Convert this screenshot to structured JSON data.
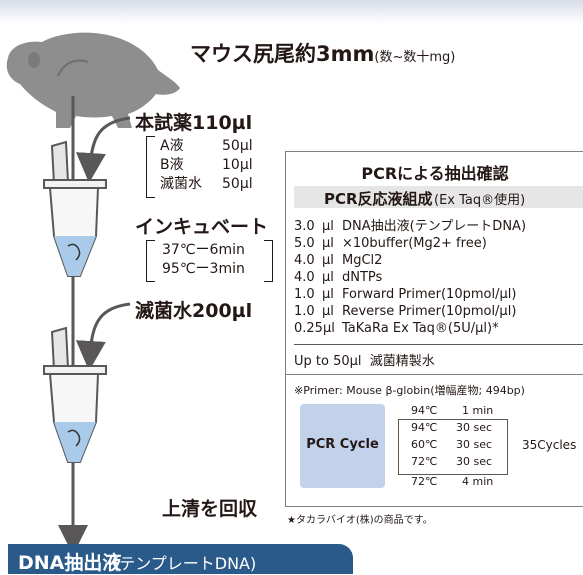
{
  "colors": {
    "banner": "#2a5a8a",
    "accent_box": "#c3d2eb",
    "sub_bar": "#e6e6e6",
    "text": "#231815"
  },
  "mouse": {
    "label": "マウス尻尾約3mm",
    "sub": "(数~数十mg)"
  },
  "step1": {
    "title": "本試薬110µl",
    "items": [
      {
        "name": "A液",
        "vol": "50µl"
      },
      {
        "name": "B液",
        "vol": "10µl"
      },
      {
        "name": "滅菌水",
        "vol": "50µl"
      }
    ]
  },
  "step2": {
    "title": "インキュベート",
    "items": [
      "37℃ー6min",
      "95℃ー3min"
    ]
  },
  "step3": {
    "title": "滅菌水200µl"
  },
  "step4": {
    "title": "上清を回収"
  },
  "banner": {
    "main": "DNA抽出液",
    "sub": "(テンプレートDNA)"
  },
  "pcr_box": {
    "title": "PCRによる抽出確認",
    "subtitle_main": "PCR反応液組成",
    "subtitle_sub": "(Ex Taq®使用)",
    "rows": [
      {
        "amt": "3.0",
        "unit": "µl",
        "desc": "DNA抽出液(テンプレートDNA)"
      },
      {
        "amt": "5.0",
        "unit": "µl",
        "desc": "×10buffer(Mg2+ free)"
      },
      {
        "amt": "4.0",
        "unit": "µl",
        "desc": "MgCl2"
      },
      {
        "amt": "4.0",
        "unit": "µl",
        "desc": "dNTPs"
      },
      {
        "amt": "1.0",
        "unit": "µl",
        "desc": "Forward Primer(10pmol/µl)"
      },
      {
        "amt": "1.0",
        "unit": "µl",
        "desc": "Reverse Primer(10pmol/µl)"
      },
      {
        "amt": "0.25µl",
        "unit": "",
        "desc": "TaKaRa Ex Taq®(5U/µl)*"
      }
    ],
    "total_left": "Up to 50µl",
    "total_right": "滅菌精製水",
    "primer_note": "※Primer: Mouse β-globin(増幅産物; 494bp)",
    "cycle": {
      "label": "PCR Cycle",
      "steps": [
        {
          "temp": "94℃",
          "time": "1 min"
        },
        {
          "temp": "94℃",
          "time": "30 sec"
        },
        {
          "temp": "60℃",
          "time": "30 sec"
        },
        {
          "temp": "72℃",
          "time": "30 sec"
        },
        {
          "temp": "72℃",
          "time": "4 min"
        }
      ],
      "cycles": "35Cycles"
    }
  },
  "footnote": "★タカラバイオ(株)の商品です。"
}
